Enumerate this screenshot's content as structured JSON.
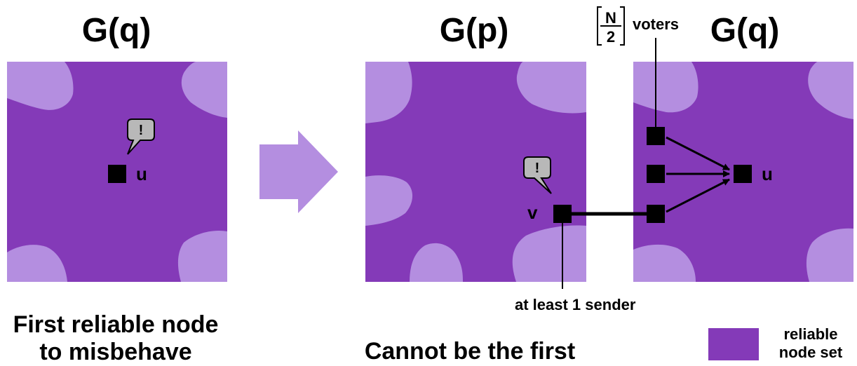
{
  "panels": {
    "left": {
      "title": "G(q)"
    },
    "middle": {
      "title": "G(p)"
    },
    "right": {
      "title": "G(q)"
    }
  },
  "labels": {
    "node_u_left": "u",
    "node_u_right": "u",
    "node_v": "v",
    "bubble_left": "!",
    "bubble_middle": "!",
    "voters_fraction_numerator": "N",
    "voters_fraction_denominator": "2",
    "voters_text": "voters",
    "sender_text": "at least 1 sender"
  },
  "captions": {
    "left_line1": "First reliable node",
    "left_line2": "to misbehave",
    "middle": "Cannot be the first"
  },
  "legend": {
    "line1": "reliable",
    "line2": "node set",
    "color": "#843ab8"
  },
  "colors": {
    "reliable": "#843ab8",
    "unreliable": "#b48ee0",
    "arrow": "#b48ee0",
    "node": "#000000",
    "bubble": "#b8b8b8"
  }
}
